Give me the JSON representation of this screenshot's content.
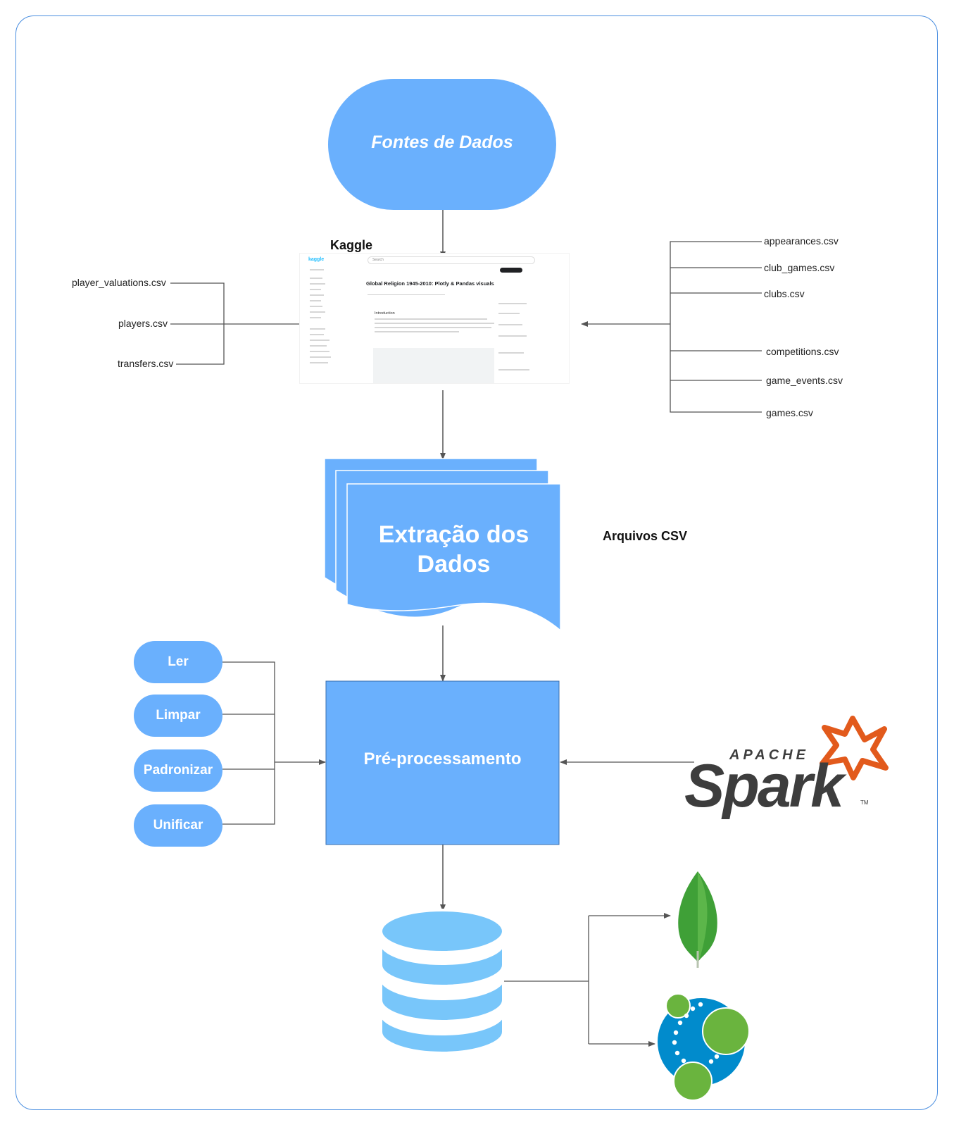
{
  "nodes": {
    "fontes": "Fontes de Dados",
    "extracao_line1": "Extração dos",
    "extracao_line2": "Dados",
    "preprocessamento": "Pré-processamento"
  },
  "labels": {
    "kaggle": "Kaggle",
    "arquivos_csv": "Arquivos CSV"
  },
  "left_files": [
    "player_valuations.csv",
    "players.csv",
    "transfers.csv"
  ],
  "right_files": [
    "appearances.csv",
    "club_games.csv",
    "clubs.csv",
    "competitions.csv",
    "game_events.csv",
    "games.csv"
  ],
  "steps": [
    "Ler",
    "Limpar",
    "Padronizar",
    "Unificar"
  ],
  "logos": {
    "spark_top": "APACHE",
    "spark_word": "Spark",
    "spark_tm": "TM"
  },
  "kaggle_screenshot": {
    "logo": "kaggle",
    "search": "Search",
    "title": "Global Religion 1945-2010: Plotly & Pandas visuals",
    "intro": "Introduction"
  },
  "colors": {
    "node_blue": "#6ab0fd",
    "db_blue": "#78c6fa",
    "frame_border": "#4a8ee0",
    "connector": "#555555",
    "spark_orange": "#e25a1c",
    "mongo_green": "#3fa037",
    "neo4j_blue": "#018bcc",
    "neo4j_green": "#6ab43e"
  }
}
